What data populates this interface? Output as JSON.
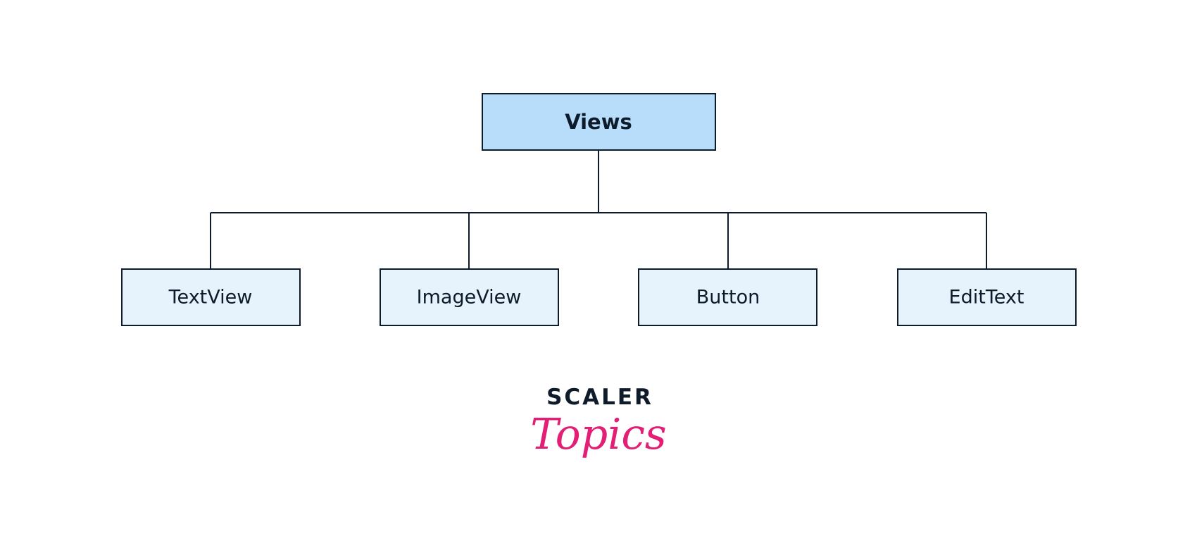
{
  "diagram": {
    "root": {
      "label": "Views"
    },
    "children": [
      {
        "label": "TextView"
      },
      {
        "label": "ImageView"
      },
      {
        "label": "Button"
      },
      {
        "label": "EditText"
      }
    ],
    "colors": {
      "root_fill": "#b7ddfb",
      "child_fill": "#e6f3fd",
      "stroke": "#0d1b2a"
    }
  },
  "logo": {
    "line1": "SCALER",
    "line2": "Topics",
    "accent_color": "#e21f74",
    "text_color": "#0d1b2a"
  }
}
